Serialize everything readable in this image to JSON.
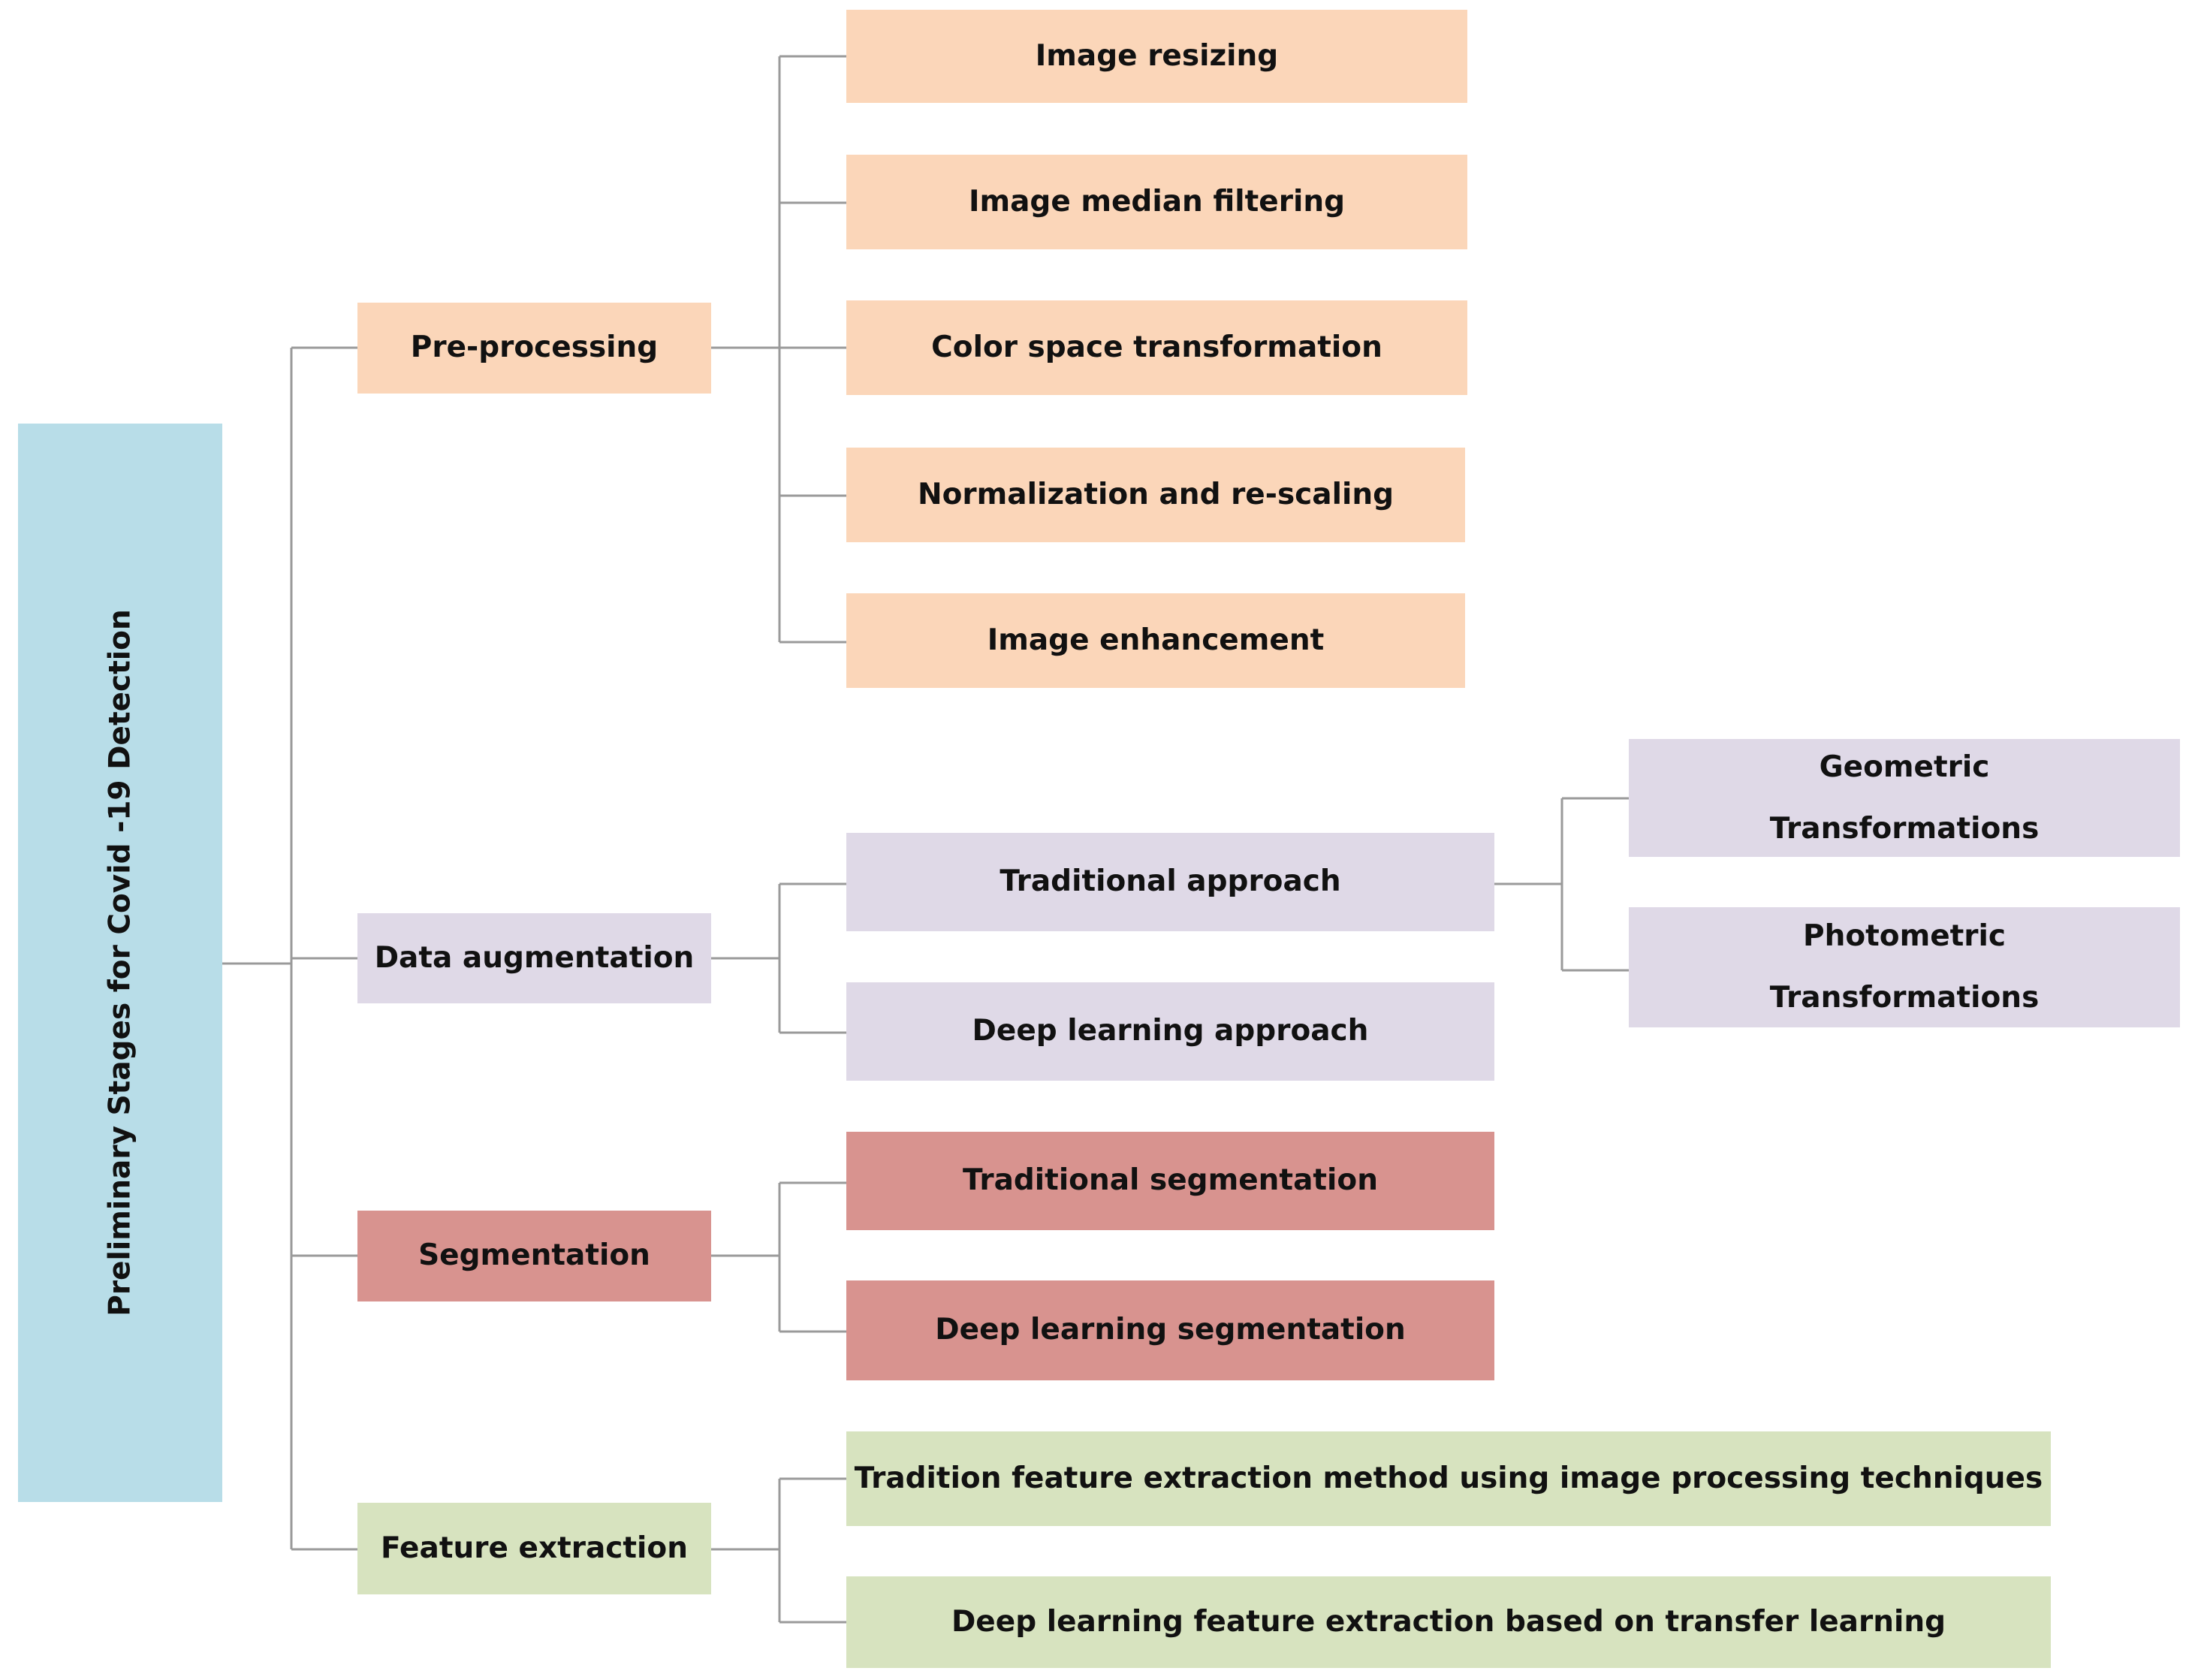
{
  "colors": {
    "root": "#b8dde8",
    "preprocessing": "#fbd6b9",
    "augmentation": "#dfd9e7",
    "segmentation": "#d8938f",
    "feature": "#d7e3bf",
    "connector": "#9a9a9a"
  },
  "root": {
    "label": "Preliminary Stages for Covid -19 Detection"
  },
  "branches": {
    "preprocessing": {
      "label": "Pre-processing",
      "children": [
        "Image resizing",
        "Image median filtering",
        "Color space transformation",
        "Normalization and re-scaling",
        "Image enhancement"
      ]
    },
    "augmentation": {
      "label": "Data augmentation",
      "traditional": "Traditional approach",
      "deep": "Deep learning approach",
      "geometric": [
        "Geometric",
        "Transformations"
      ],
      "photometric": [
        "Photometric",
        "Transformations"
      ]
    },
    "segmentation": {
      "label": "Segmentation",
      "children": [
        "Traditional segmentation",
        "Deep learning segmentation"
      ]
    },
    "feature": {
      "label": "Feature extraction",
      "children": [
        "Tradition feature extraction method using image processing techniques",
        "Deep learning feature extraction based on transfer learning"
      ]
    }
  }
}
